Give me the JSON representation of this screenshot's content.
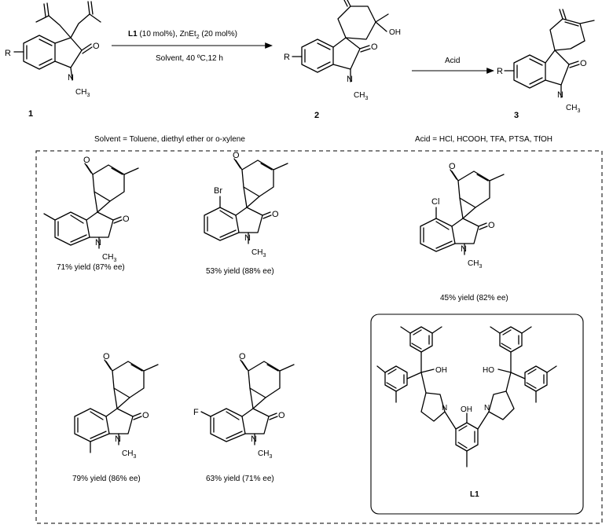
{
  "compounds": {
    "c1": "1",
    "c2": "2",
    "c3": "3",
    "r": "R",
    "n": "N",
    "o": "O",
    "ch3": "CH",
    "ch3_sub": "3",
    "oh": "OH"
  },
  "reaction1": {
    "ligand": "L1",
    "cond_part1": " (10 mol%), ZnEt",
    "cond_sub": "2",
    "cond_part2": " (20 mol%)",
    "solvent_line": "Solvent, 40 ºC,12 h"
  },
  "reaction2": {
    "label": "Acid"
  },
  "notes": {
    "solvent": "Solvent = Toluene, diethyl ether or o-xylene",
    "acid": "Acid = HCl, HCOOH, TFA, PTSA, TfOH"
  },
  "products": [
    {
      "yield": "71% yield (87% ee)"
    },
    {
      "yield": "53% yield (88% ee)",
      "substituent": "Br"
    },
    {
      "yield": "45% yield (82% ee)",
      "substituent": "Cl"
    },
    {
      "yield": "79% yield (86% ee)"
    },
    {
      "yield": "63% yield (71% ee)",
      "substituent": "F"
    }
  ],
  "ligand_box": {
    "label": "L1",
    "oh": "OH",
    "ho": "HO",
    "n": "N"
  }
}
